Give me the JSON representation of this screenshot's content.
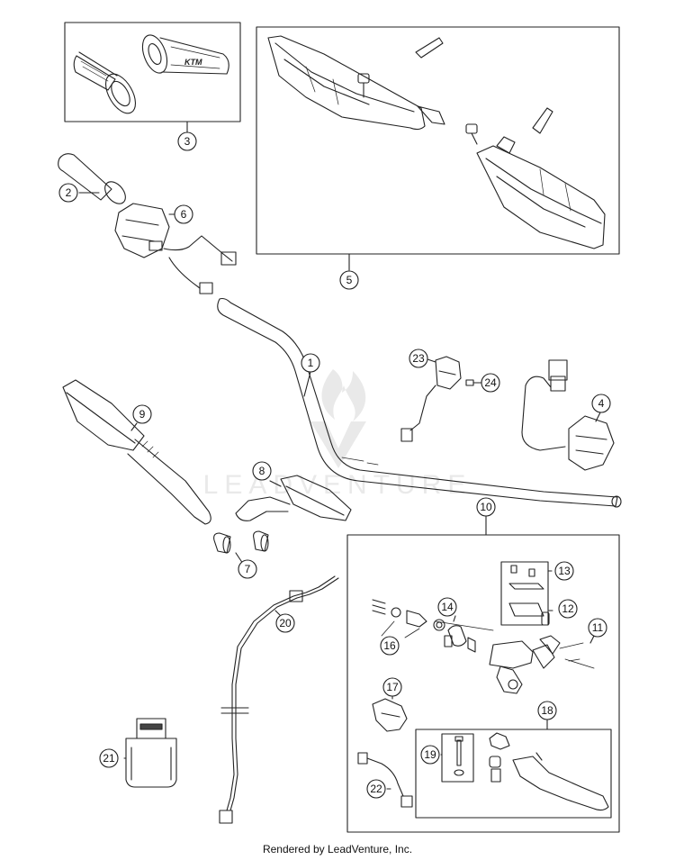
{
  "callouts": [
    {
      "id": "c1",
      "label": "1"
    },
    {
      "id": "c2",
      "label": "2"
    },
    {
      "id": "c3",
      "label": "3"
    },
    {
      "id": "c4",
      "label": "4"
    },
    {
      "id": "c5",
      "label": "5"
    },
    {
      "id": "c6",
      "label": "6"
    },
    {
      "id": "c7",
      "label": "7"
    },
    {
      "id": "c8",
      "label": "8"
    },
    {
      "id": "c9",
      "label": "9"
    },
    {
      "id": "c10",
      "label": "10"
    },
    {
      "id": "c11",
      "label": "11"
    },
    {
      "id": "c12",
      "label": "12"
    },
    {
      "id": "c13",
      "label": "13"
    },
    {
      "id": "c14",
      "label": "14"
    },
    {
      "id": "c16",
      "label": "16"
    },
    {
      "id": "c17",
      "label": "17"
    },
    {
      "id": "c18",
      "label": "18"
    },
    {
      "id": "c19",
      "label": "19"
    },
    {
      "id": "c20",
      "label": "20"
    },
    {
      "id": "c21",
      "label": "21"
    },
    {
      "id": "c22",
      "label": "22"
    },
    {
      "id": "c23",
      "label": "23"
    },
    {
      "id": "c24",
      "label": "24"
    }
  ],
  "grip_logo_text": "KTM",
  "watermark": "LEADVENTURE",
  "footer": "Rendered by LeadVenture, Inc.",
  "colors": {
    "line": "#222222",
    "watermark": "#e9e9e9"
  }
}
